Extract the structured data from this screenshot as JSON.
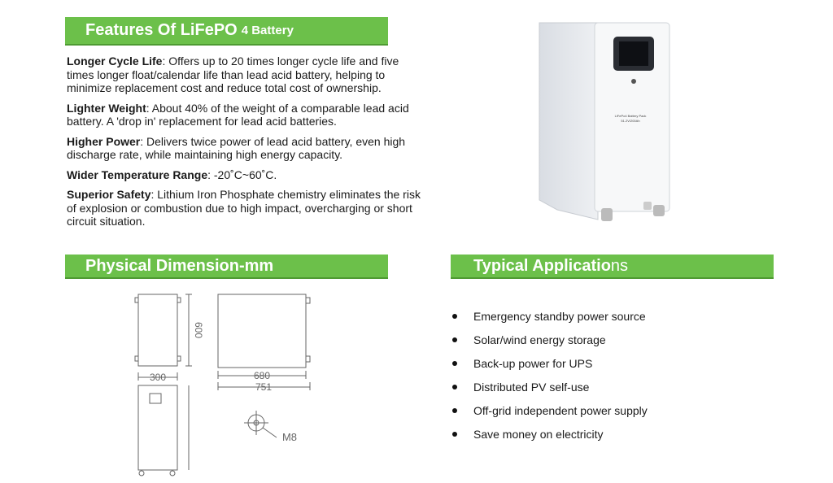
{
  "features_banner": {
    "title": "Features Of LiFePO",
    "title_small": "4 Battery"
  },
  "features": [
    {
      "title": "Longer Cycle Life",
      "text": ": Offers up to 20 times longer cycle life and five times longer float/calendar life than lead acid battery, helping to minimize replacement cost and reduce total cost of ownership."
    },
    {
      "title": "Lighter Weight",
      "text": ": About 40% of the weight of a comparable lead acid battery. A 'drop in' replacement for lead acid batteries."
    },
    {
      "title": "Higher Power",
      "text": ": Delivers twice power of lead acid battery, even high discharge rate, while maintaining high energy capacity."
    },
    {
      "title": "Wider Temperature Range",
      "text": ": -20˚C~60˚C."
    },
    {
      "title": "Superior Safety",
      "text": ": Lithium Iron Phosphate chemistry eliminates the risk of explosion or combustion due to high impact, overcharging or short circuit situation."
    }
  ],
  "dimension_banner": {
    "title": "Physical Dimension-mm"
  },
  "dimensions": {
    "height": "600",
    "width": "300",
    "depth_inner": "680",
    "depth_outer": "751",
    "bolt": "M8"
  },
  "applications_banner": {
    "title_bold": "Typical Applicatio",
    "title_thin": "ns"
  },
  "applications": [
    "Emergency standby power source",
    "Solar/wind energy storage",
    "Back-up power for UPS",
    "Distributed PV self-use",
    "Off-grid independent power supply",
    "Save money on electricity"
  ],
  "product_label": {
    "line1": "LiFePo4 Battery Pack",
    "line2": "51.2V/200Ah"
  },
  "colors": {
    "banner_green": "#6cc04a",
    "text": "#1a1a1a"
  }
}
